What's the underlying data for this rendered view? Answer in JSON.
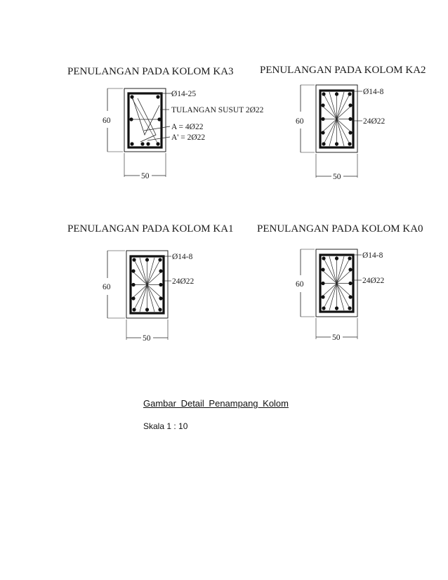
{
  "sections": [
    {
      "title": "PENULANGAN PADA KOLOM KA3",
      "height_label": "60",
      "width_label": "50",
      "labels": [
        "Ø14-25",
        "TULANGAN SUSUT 2Ø22",
        "A = 4Ø22",
        "A' = 2Ø22"
      ]
    },
    {
      "title": "PENULANGAN PADA KOLOM KA2",
      "height_label": "60",
      "width_label": "50",
      "labels": [
        "Ø14-8",
        "24Ø22"
      ]
    },
    {
      "title": "PENULANGAN PADA KOLOM KA1",
      "height_label": "60",
      "width_label": "50",
      "labels": [
        "Ø14-8",
        "24Ø22"
      ]
    },
    {
      "title": "PENULANGAN PADA KOLOM KA0",
      "height_label": "60",
      "width_label": "50",
      "labels": [
        "Ø14-8",
        "24Ø22"
      ]
    }
  ],
  "caption": "Gambar Detail Penampang Kolom",
  "scale": "Skala 1 : 10"
}
